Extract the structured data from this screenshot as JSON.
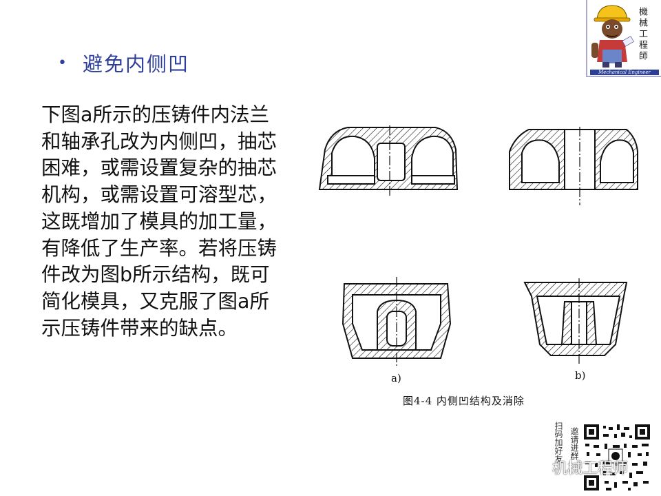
{
  "slide": {
    "bullet_symbol": "•",
    "heading": "避免内侧凹",
    "body_lines": [
      "下图a所示的压铸件内法兰",
      "和轴承孔改为内侧凹，抽芯",
      "困难，或需设置复杂的抽芯",
      "机构，或需设置可溶型芯，",
      "这既增加了模具的加工量，",
      "有降低了生产率。若将压铸",
      "件改为图b所示结构，既可",
      "简化模具，又克服了图a所",
      "示压铸件带来的缺点。"
    ]
  },
  "logo": {
    "vertical_text": "機械工程師",
    "english_text": "Mechanical Engineer"
  },
  "figure": {
    "label_a": "a)",
    "label_b": "b)",
    "caption": "图4-4  内侧凹结构及消除"
  },
  "footer": {
    "qr_text_left": "扫码加好友",
    "qr_text_right": "邀请进群",
    "watermark": "机械工程师"
  },
  "colors": {
    "heading": "#2e3f9b",
    "body": "#111111"
  }
}
